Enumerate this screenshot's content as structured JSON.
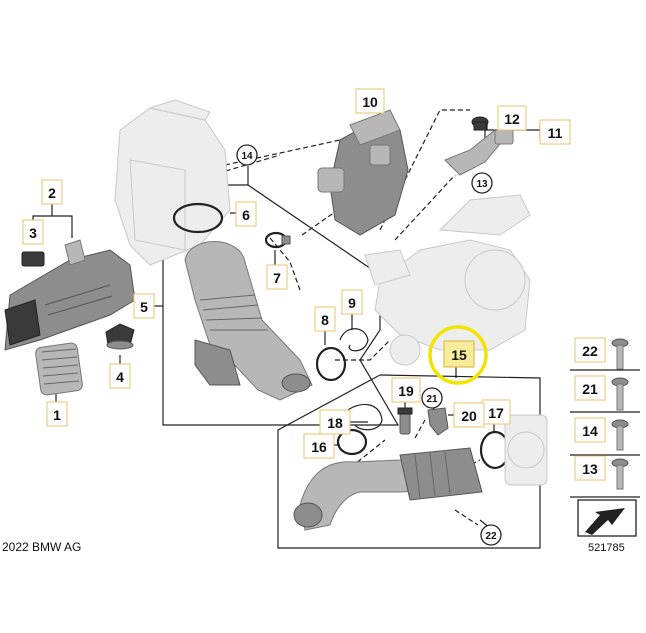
{
  "copyright": "2022 BMW AG",
  "reference_number": "521785",
  "callouts": {
    "c1": "1",
    "c2": "2",
    "c3": "3",
    "c4": "4",
    "c5": "5",
    "c6": "6",
    "c7": "7",
    "c8": "8",
    "c9": "9",
    "c10": "10",
    "c11": "11",
    "c12": "12",
    "c15": "15",
    "c16": "16",
    "c17": "17",
    "c18": "18",
    "c19": "19",
    "c20": "20"
  },
  "circle_labels": {
    "cl13": "13",
    "cl14": "14",
    "cl21": "21",
    "cl22": "22"
  },
  "side_panel": {
    "s22": "22",
    "s21": "21",
    "s14": "14",
    "s13": "13"
  },
  "highlight": {
    "selected_part": "15",
    "ring_color": "#f2e400",
    "box_color": "#f6ec9a"
  }
}
